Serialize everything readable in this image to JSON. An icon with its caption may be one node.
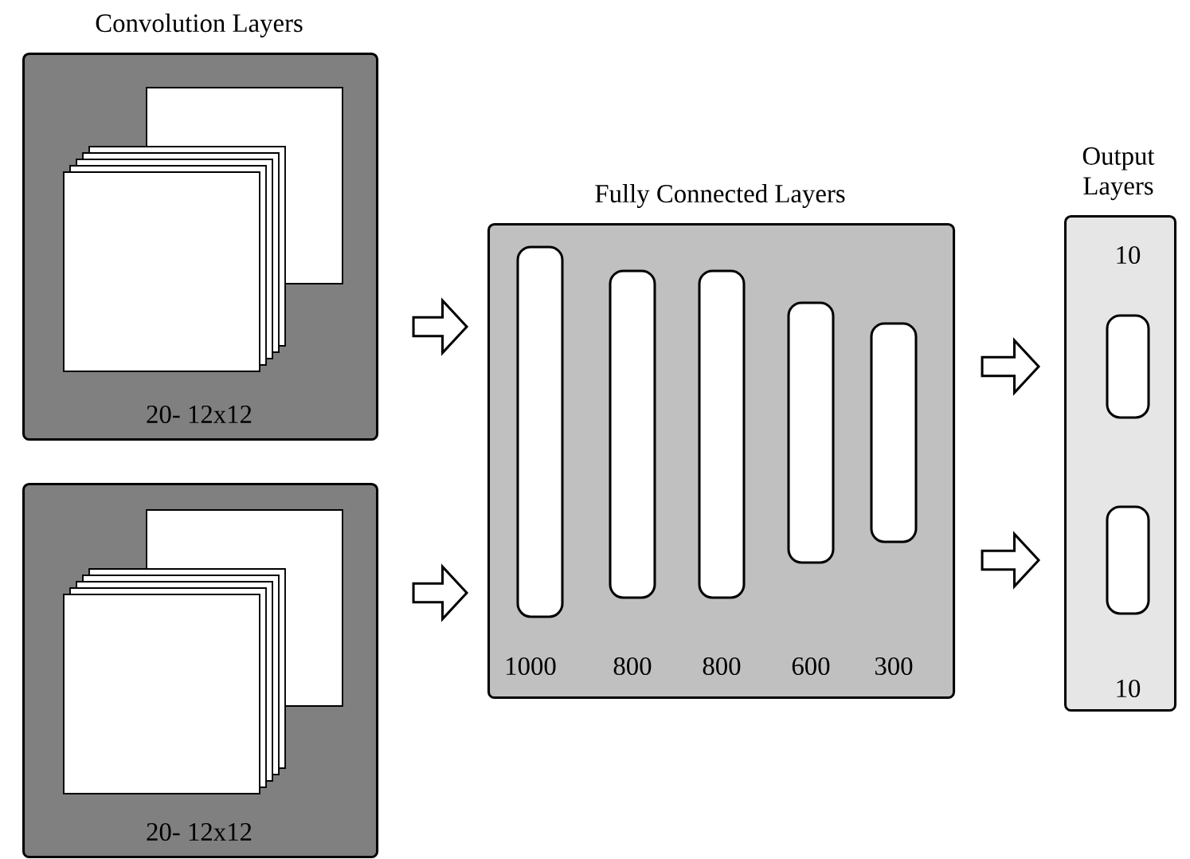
{
  "diagram": {
    "nodes": [
      {
        "text": [
          "Convolution Layers",
          "20- 12x12"
        ]
      },
      {
        "text": [
          "20- 12x12"
        ]
      },
      {
        "text": [
          "Fully Connected Layers"
        ]
      },
      {
        "text": [],
        "shape": "bar",
        "in": 2
      },
      {
        "text": [],
        "shape": "bar",
        "in": 2
      },
      {
        "text": [],
        "shape": "bar",
        "in": 2
      },
      {
        "text": [],
        "shape": "bar",
        "in": 2
      },
      {
        "text": [],
        "shape": "bar",
        "in": 2
      },
      {
        "text": [
          "Output Layers"
        ]
      },
      {
        "text": [],
        "shape": "bar",
        "in": 8,
        "beside": [
          "10"
        ]
      },
      {
        "text": [],
        "shape": "bar",
        "in": 8,
        "beside": [
          "10"
        ]
      }
    ],
    "edges": [
      {
        "from": 0,
        "to": 2,
        "arrow": "to"
      },
      {
        "from": 1,
        "to": 2,
        "arrow": "to"
      },
      {
        "from": 2,
        "to": 9,
        "arrow": "to"
      },
      {
        "from": 2,
        "to": 10,
        "arrow": "to"
      }
    ],
    "labels": [
      "1000",
      "800",
      "800",
      "600",
      "300"
    ]
  }
}
